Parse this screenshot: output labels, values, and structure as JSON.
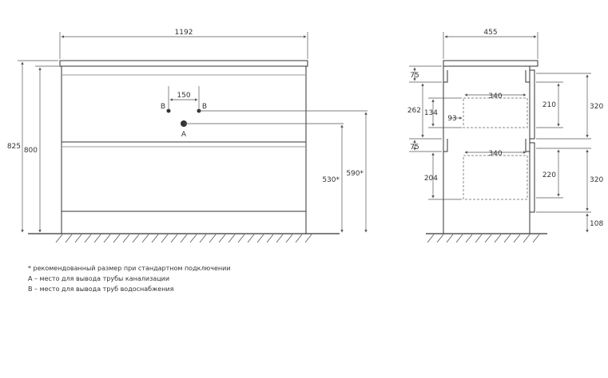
{
  "front": {
    "width": "1192",
    "height_total": "825",
    "height_body": "800",
    "pipe_spacing": "150",
    "label_b_left": "B",
    "label_b_right": "B",
    "label_a": "A",
    "height_a": "530*",
    "height_b": "590*"
  },
  "side": {
    "depth": "455",
    "top_gap_upper": "75",
    "drawer_front_upper": "262",
    "drawer_box_upper": "134",
    "drawer_offset_upper": "93",
    "drawer_width_upper": "340",
    "drawer_inner_upper": "210",
    "drawer_zone_upper": "320",
    "top_gap_lower": "75",
    "drawer_width_lower": "340",
    "drawer_box_lower": "204",
    "drawer_inner_lower": "220",
    "drawer_zone_lower": "320",
    "plinth": "108"
  },
  "notes": {
    "recommended": "* рекомендованный размер при стандартном подключении",
    "a_desc": "А – место для вывода трубы канализации",
    "b_desc": "В – место для вывода труб водоснабжения"
  },
  "colors": {
    "line": "#333333",
    "dim": "#555555",
    "pipe": "#333333"
  }
}
